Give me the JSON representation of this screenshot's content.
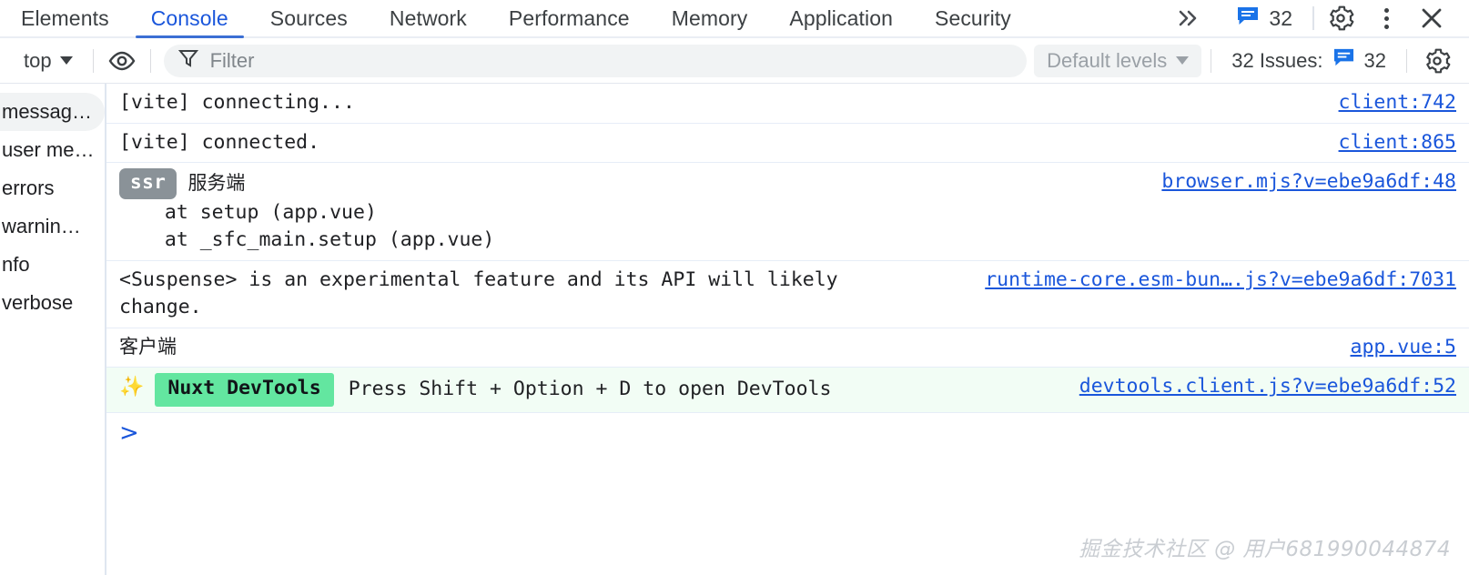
{
  "tabbar": {
    "tabs": [
      {
        "label": "Elements",
        "active": false
      },
      {
        "label": "Console",
        "active": true
      },
      {
        "label": "Sources",
        "active": false
      },
      {
        "label": "Network",
        "active": false
      },
      {
        "label": "Performance",
        "active": false
      },
      {
        "label": "Memory",
        "active": false
      },
      {
        "label": "Application",
        "active": false
      },
      {
        "label": "Security",
        "active": false
      }
    ],
    "more_icon": "chevron-double-right-icon",
    "issues_icon": "issues-message-icon",
    "issues_count": "32",
    "settings_icon": "gear-icon",
    "menu_icon": "more-vertical-icon",
    "close_icon": "close-icon"
  },
  "toolbar": {
    "context": "top",
    "context_caret_icon": "chevron-down-icon",
    "eye_icon": "eye-icon",
    "filter_icon": "filter-funnel-icon",
    "filter_placeholder": "Filter",
    "filter_value": "",
    "levels_label": "Default levels",
    "levels_caret_icon": "chevron-down-icon",
    "issues_label": "32 Issues:",
    "issues_icon": "issues-message-icon",
    "issues_count": "32",
    "settings_icon": "gear-icon"
  },
  "sidebar": {
    "items": [
      {
        "label": "messag…",
        "selected": true
      },
      {
        "label": "user me…",
        "selected": false
      },
      {
        "label": "errors",
        "selected": false
      },
      {
        "label": "warnin…",
        "selected": false
      },
      {
        "label": "nfo",
        "selected": false
      },
      {
        "label": "verbose",
        "selected": false
      }
    ]
  },
  "console": {
    "rows": [
      {
        "kind": "plain",
        "message": "[vite] connecting...",
        "source": "client:742"
      },
      {
        "kind": "plain",
        "message": "[vite] connected.",
        "source": "client:865"
      },
      {
        "kind": "ssr",
        "badge": "ssr",
        "message": "服务端",
        "stack": [
          "  at setup (app.vue)",
          "  at _sfc_main.setup (app.vue)"
        ],
        "source": "browser.mjs?v=ebe9a6df:48"
      },
      {
        "kind": "plain",
        "message": "<Suspense> is an experimental feature and its API will likely\nchange.",
        "source": "runtime-core.esm-bun….js?v=ebe9a6df:7031"
      },
      {
        "kind": "cn",
        "message": "客户端",
        "source": "app.vue:5"
      },
      {
        "kind": "nuxt",
        "sparkle_icon": "sparkles-icon",
        "sparkle": "✨",
        "badge": "Nuxt DevTools",
        "message": "Press Shift + Option + D to open DevTools",
        "source": "devtools.client.js?v=ebe9a6df:52"
      }
    ],
    "prompt_arrow": ">",
    "prompt_value": ""
  },
  "watermark": "掘金技术社区 @ 用户681990044874",
  "colors": {
    "accent_blue": "#1a56db",
    "tab_active_underline": "#3b6fd4",
    "link": "#1a56db",
    "ssr_badge_bg": "#8a9298",
    "nuxt_badge_bg": "#63e6a0",
    "nuxt_row_bg": "#f2fdf5",
    "row_separator": "#e6edf7",
    "watermark": "#c9cdd2"
  }
}
